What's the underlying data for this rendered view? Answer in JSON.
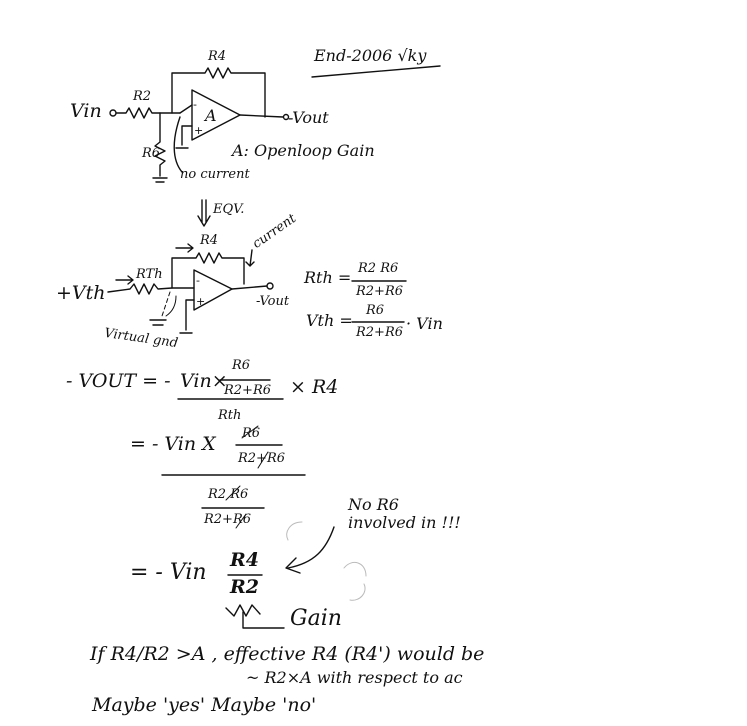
{
  "header": {
    "date_tag": "End-2006 √ky"
  },
  "circuit1": {
    "r4": "R4",
    "r2": "R2",
    "r6": "R6",
    "amp": "A",
    "vin": "Vin",
    "vout": "-Vout",
    "note_no_current": "no current",
    "gain_note": "A: Openloop Gain"
  },
  "eqv": {
    "label": "EQV."
  },
  "circuit2": {
    "r4": "R4",
    "rth": "RTh",
    "vth": "+Vth",
    "vout": "-Vout",
    "current": "current",
    "virtual_gnd": "Virtual gnd"
  },
  "formulas": {
    "rth_lhs": "Rth =",
    "rth_num": "R2 R6",
    "rth_den": "R2+R6",
    "vth_lhs": "Vth =",
    "vth_num": "R6",
    "vth_den": "R2+R6",
    "vth_tail": "· Vin"
  },
  "derivation": {
    "lhs": "- VOUT = -",
    "vin_x": "Vin×",
    "frac_num": "R6",
    "frac_den": "R2+R6",
    "times_r4": "× R4",
    "rth": "Rth",
    "step2_prefix": "= - Vin X",
    "step2_num": "R6",
    "step2_den": "R2+R6",
    "step2_big_num": "R2 R6",
    "step2_big_den": "R2+R6",
    "step3_prefix": "= - Vin",
    "step3_num": "R4",
    "step3_den": "R2",
    "gain": "Gain",
    "note_no_r6": "No R6",
    "note_involved": "involved in !!!"
  },
  "footer": {
    "line1": "If R4/R2 >A ,  effective R4 (R4') would be",
    "line2": "~ R2×A  with respect to ac",
    "line3": "Maybe 'yes'  Maybe 'no'"
  }
}
